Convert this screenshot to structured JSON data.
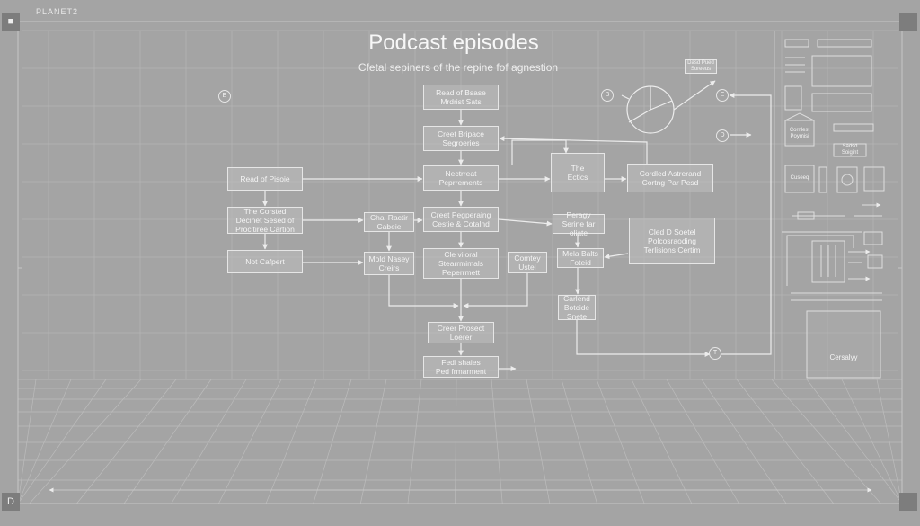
{
  "brand": "PLANET2",
  "title": "Podcast episodes",
  "subtitle": "Cfetal sepiners of the repine fof agnestion",
  "corners": {
    "top_left": "■",
    "top_right": "",
    "bottom_left": "D",
    "bottom_right": ""
  },
  "nodes": {
    "n1": "Read of Bsase\nMrdrist Sats",
    "n2": "Creet Bripace\nSegroeries",
    "n3": "Nectrreat\nPeprrements",
    "n4": "Creet Pegperaing\nCestie & Cotalnd",
    "n5": "Cle viloral\nStearrmimals\nPeperrmett",
    "n6": "Creer Prosect\nLoerer",
    "n7": "Fedi shaies\nPed frmarment",
    "n8": "Read of Pisoie",
    "n9": "The Corsted\nDecinet Sesed of\nProcitiree Cartion",
    "n10": "Not Cafpert",
    "n11": "Chal Ractir\nCabeie",
    "n12": "Mold Nasey\nCreirs",
    "n13": "Comtey\nUstel",
    "n14": "The\nEctics",
    "n15": "Peragy\nSerine far oliate",
    "n16": "Mela Balts\nFoteid",
    "n17": "Carlend\nBotcide\nSnete",
    "n18": "Cordled Astrerand\nCortng Par Pesd",
    "n19": "Cled D Soetel\nPolcosraoding\nTerlisions Certim",
    "p1": "Dasd Pued\nSoreeus",
    "p2": "Cornlest\nPoymisi",
    "p3": "Sadsd\nSoigint",
    "p4": "Cuseeq",
    "p5": "Cersalyy"
  },
  "circles": {
    "c1": "E",
    "c2": "B",
    "c3": "E",
    "c4": "D",
    "c5": "T"
  }
}
